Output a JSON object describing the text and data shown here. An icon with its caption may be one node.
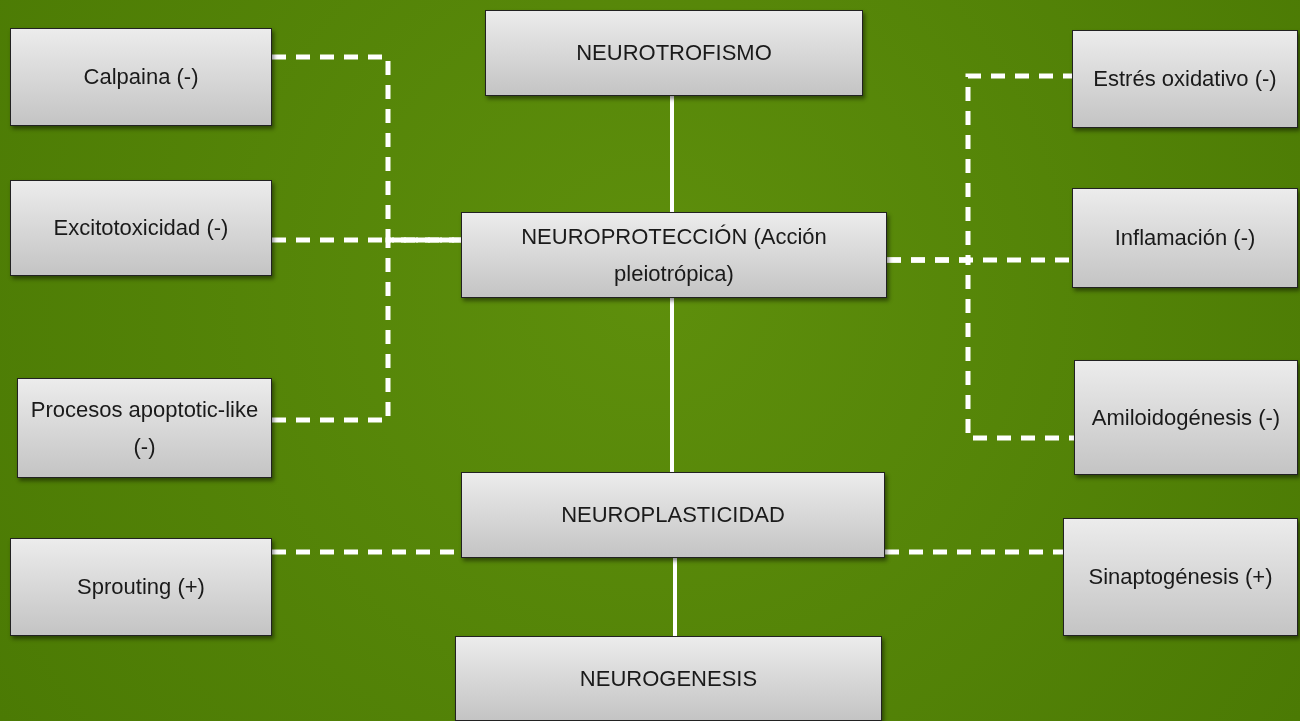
{
  "diagram": {
    "nodes": [
      {
        "text": [
          "NEUROTROFISMO"
        ]
      },
      {
        "text": [
          "Calpaina (-)"
        ]
      },
      {
        "text": [
          "Estrés oxidativo (-)"
        ]
      },
      {
        "text": [
          "Excitotoxicidad (-)"
        ]
      },
      {
        "text": [
          "NEUROPROTECCIÓN (Acción pleiotrópica)"
        ]
      },
      {
        "text": [
          "Inflamación (-)"
        ]
      },
      {
        "text": [
          "Procesos apoptotic-like (-)"
        ]
      },
      {
        "text": [
          "Amiloidogénesis (-)"
        ]
      },
      {
        "text": [
          "NEUROPLASTICIDAD"
        ]
      },
      {
        "text": [
          "Sprouting (+)"
        ]
      },
      {
        "text": [
          "Sinaptogénesis (+)"
        ]
      },
      {
        "text": [
          "NEUROGENESIS"
        ]
      }
    ],
    "edges": [
      {
        "from": 0,
        "to": 4,
        "arrow": "none"
      },
      {
        "from": 4,
        "to": 8,
        "arrow": "none"
      },
      {
        "from": 8,
        "to": 11,
        "arrow": "none"
      },
      {
        "from": 1,
        "to": 4,
        "arrow": "none",
        "style": "dashed"
      },
      {
        "from": 3,
        "to": 4,
        "arrow": "none",
        "style": "dashed"
      },
      {
        "from": 6,
        "to": 4,
        "arrow": "none",
        "style": "dashed"
      },
      {
        "from": 4,
        "to": 2,
        "arrow": "none",
        "style": "dashed"
      },
      {
        "from": 4,
        "to": 5,
        "arrow": "none",
        "style": "dashed"
      },
      {
        "from": 4,
        "to": 7,
        "arrow": "none",
        "style": "dashed"
      },
      {
        "from": 9,
        "to": 8,
        "arrow": "none",
        "style": "dashed"
      },
      {
        "from": 8,
        "to": 10,
        "arrow": "none",
        "style": "dashed"
      }
    ]
  }
}
